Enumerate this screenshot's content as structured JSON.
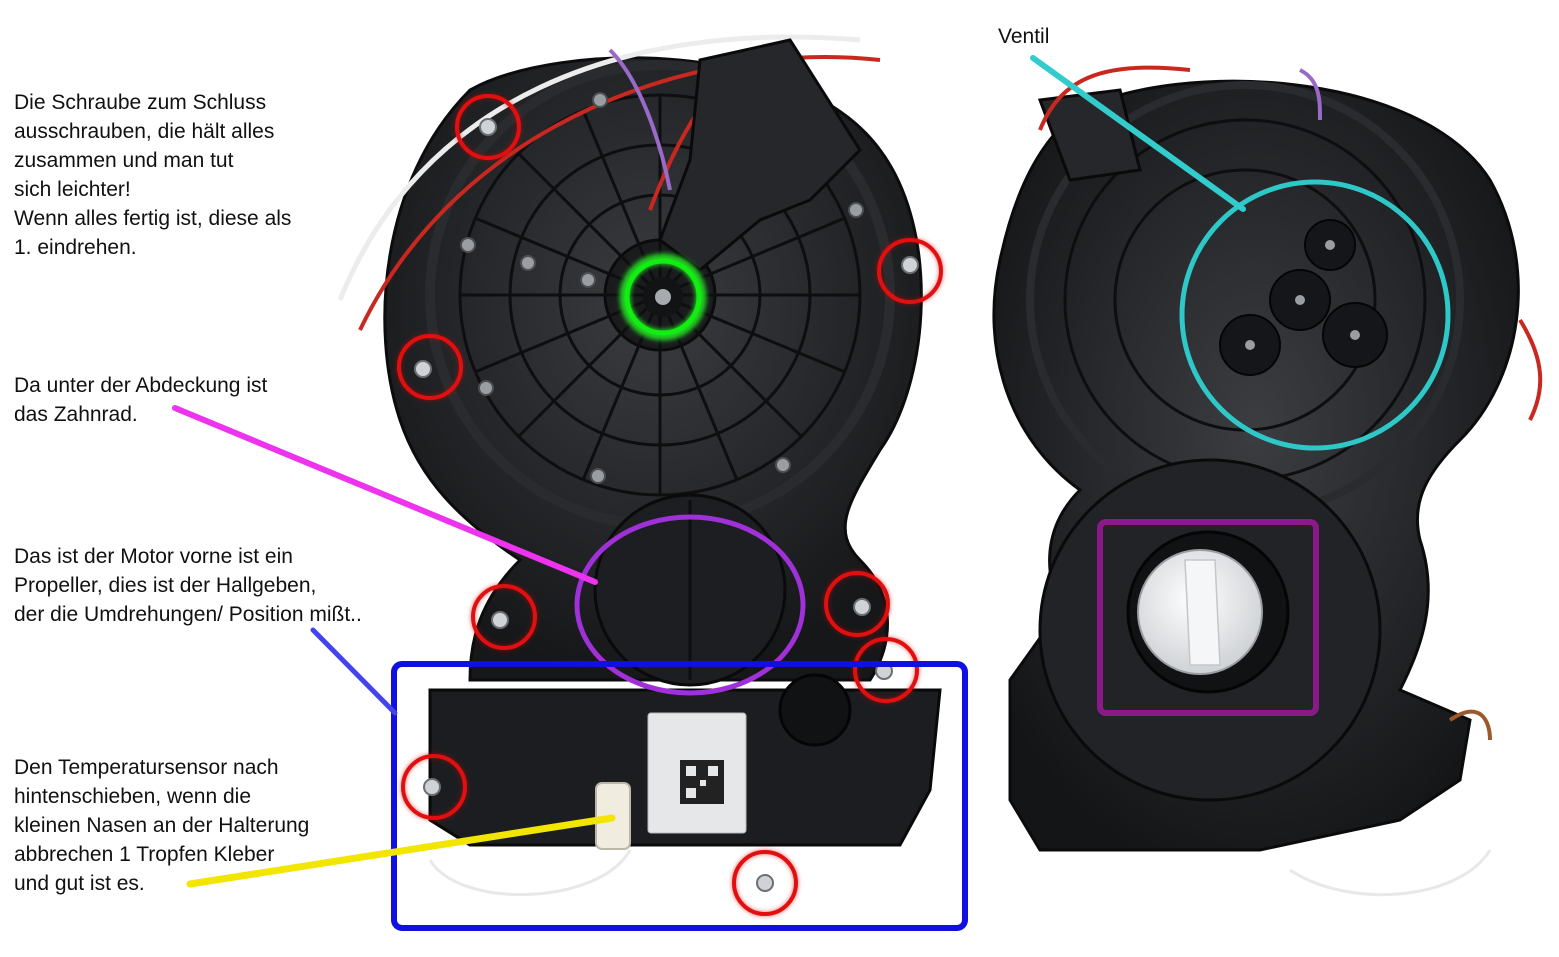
{
  "annotations": {
    "screw_note": {
      "lines": [
        "Die Schraube zum Schluss",
        "ausschrauben, die hält alles",
        "zusammen und man tut",
        "sich leichter!",
        "Wenn alles fertig ist, diese als",
        "1. eindrehen."
      ],
      "color": "#22cc22"
    },
    "cover_note": {
      "lines": [
        "Da unter der Abdeckung ist",
        "das Zahnrad."
      ],
      "color": "#ee33ee"
    },
    "motor_note": {
      "lines": [
        "Das ist der Motor vorne ist ein",
        "Propeller, dies ist der Hallgeben,",
        "der die Umdrehungen/ Position mißt.."
      ],
      "color": "#4444ee"
    },
    "sensor_note": {
      "lines": [
        "Den Temperatursensor nach",
        "hintenschieben, wenn die",
        "kleinen Nasen an der Halterung",
        "abbrechen 1 Tropfen Kleber",
        "und gut ist es."
      ],
      "color": "#f2e600"
    },
    "valve_note": {
      "lines": [
        "Ventil"
      ],
      "color": "#33cccc"
    }
  },
  "markers": {
    "screw_circle_color": "#e01010",
    "gear_circle_color": "#a030d8",
    "motor_box_color": "#1010e0",
    "hall_box_color": "#8a1a8a"
  }
}
